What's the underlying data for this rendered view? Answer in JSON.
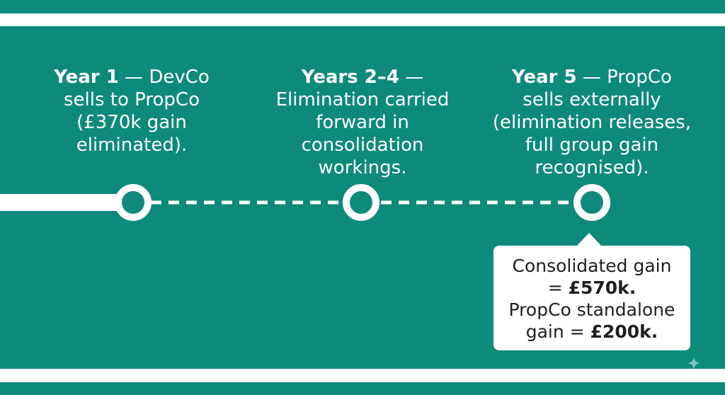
{
  "stages": [
    {
      "lines": [
        {
          "bold": "Year 1",
          "text": " — DevCo"
        },
        {
          "bold": "",
          "text": "sells to PropCo"
        },
        {
          "bold": "",
          "text": "(£370k gain"
        },
        {
          "bold": "",
          "text": "eliminated)."
        }
      ]
    },
    {
      "lines": [
        {
          "bold": "Years 2–4",
          "text": " —"
        },
        {
          "bold": "",
          "text": "Elimination carried"
        },
        {
          "bold": "",
          "text": "forward in"
        },
        {
          "bold": "",
          "text": "consolidation"
        },
        {
          "bold": "",
          "text": "workings."
        }
      ]
    },
    {
      "lines": [
        {
          "bold": "Year 5",
          "text": " — PropCo"
        },
        {
          "bold": "",
          "text": "sells externally"
        },
        {
          "bold": "",
          "text": "(elimination releases,"
        },
        {
          "bold": "",
          "text": "full group gain"
        },
        {
          "bold": "",
          "text": "recognised)."
        }
      ]
    }
  ],
  "callout": {
    "line1": "Consolidated gain",
    "line2_prefix": "= ",
    "line2_value": "£570k.",
    "line3": "PropCo standalone",
    "line4_prefix": "gain = ",
    "line4_value": "£200k."
  },
  "colors": {
    "background": "#0e8a7b",
    "foreground": "#ffffff"
  }
}
